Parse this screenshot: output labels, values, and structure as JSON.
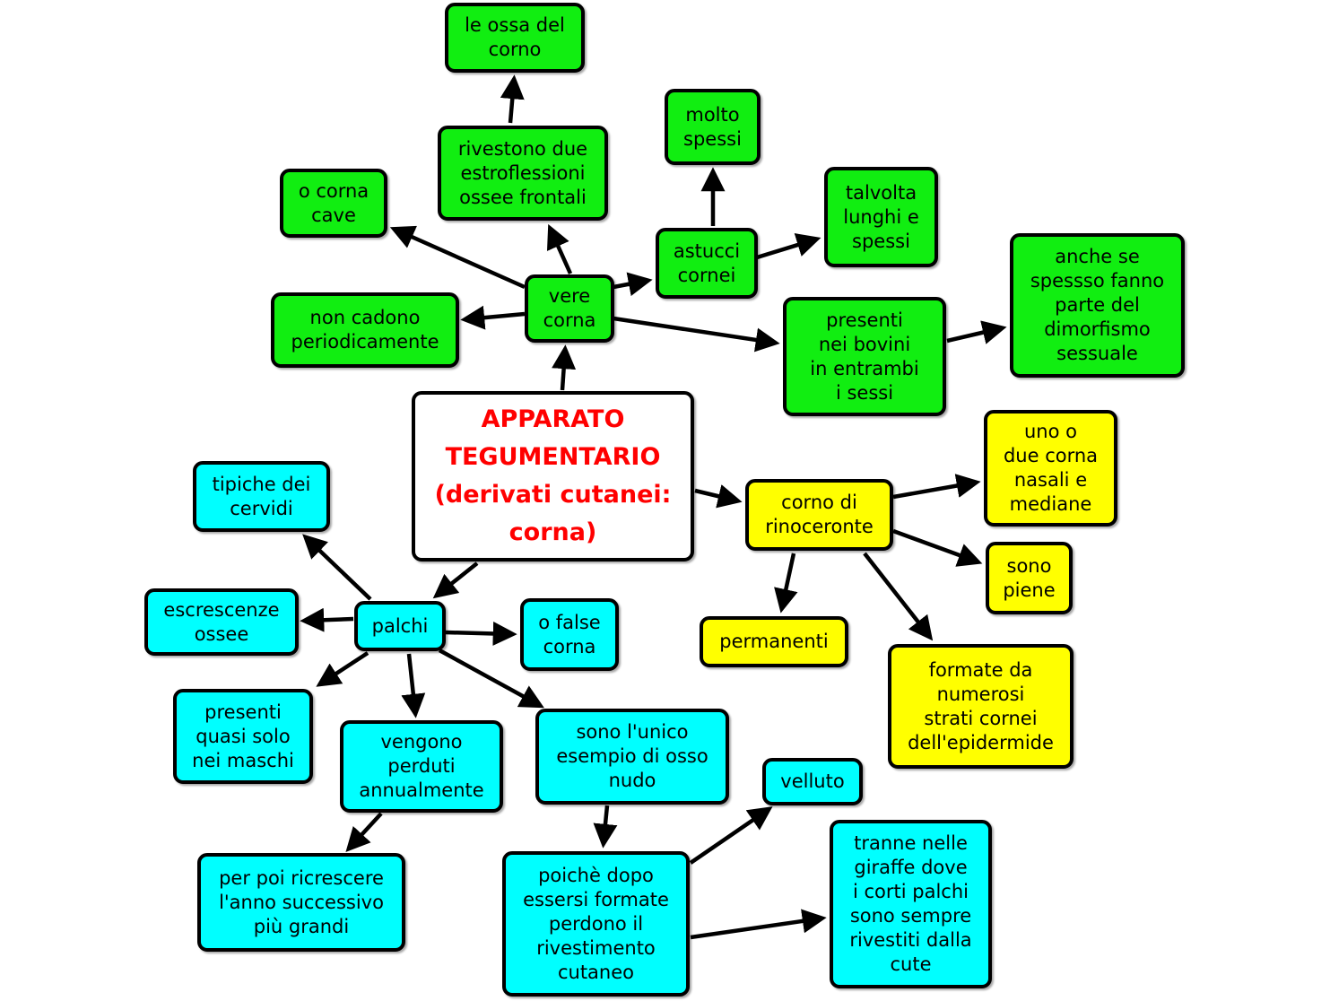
{
  "colors": {
    "vere_corna": "#11ee11",
    "palchi": "#00ffff",
    "rinoceronte": "#ffff00",
    "title": "#ff0000"
  },
  "center": {
    "text": "APPARATO\nTEGUMENTARIO\n(derivati cutanei:\ncorna)"
  },
  "nodes": {
    "ossa": "le ossa del\ncorno",
    "rivestono": "rivestono due\nestroflessioni\nossee frontali",
    "molto_spessi": "molto\nspessi",
    "corna_cave": "o corna\ncave",
    "talvolta": "talvolta\nlunghi e\nspessi",
    "astucci": "astucci\ncornei",
    "anche_se": "anche se\nspessso fanno\nparte del\ndimorfismo\nsessuale",
    "vere_corna": "vere\ncorna",
    "non_cadono": "non cadono\nperiodicamente",
    "presenti_bovini": "presenti\nnei bovini\nin entrambi\ni sessi",
    "uno_o_due": "uno o\ndue corna\nnasali e\nmediane",
    "tipiche": "tipiche dei\ncervidi",
    "rinoceronte": "corno di\nrinoceronte",
    "piene": "sono\npiene",
    "escrescenze": "escrescenze\nossee",
    "palchi": "palchi",
    "false_corna": "o false\ncorna",
    "permanenti": "permanenti",
    "formate": "formate da\nnumerosi\nstrati cornei\ndell'epidermide",
    "maschi": "presenti\nquasi solo\nnei maschi",
    "perduti": "vengono\nperduti\nannualmente",
    "osso_nudo": "sono l'unico\nesempio di osso\nnudo",
    "velluto": "velluto",
    "giraffe": "tranne nelle\ngiraffe dove\ni corti palchi\nsono sempre\nrivestiti dalla\ncute",
    "ricrescere": "per poi ricrescere\nl'anno successivo\npiù grandi",
    "poiche": "poichè dopo\nessersi formate\nperdono il\nrivestimento\ncutaneo"
  }
}
